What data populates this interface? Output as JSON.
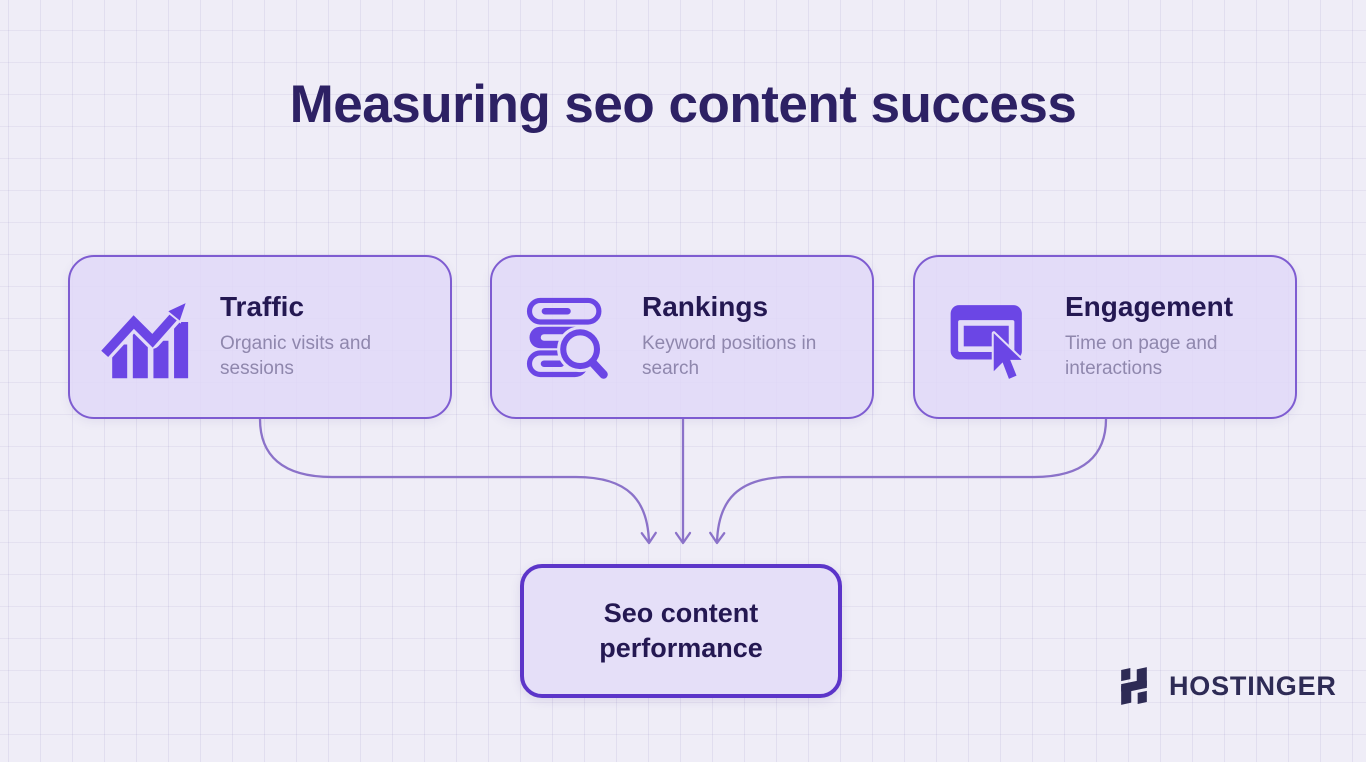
{
  "title": "Measuring seo content success",
  "cards": [
    {
      "title": "Traffic",
      "description": "Organic visits and sessions",
      "icon": "traffic-growth-chart-icon"
    },
    {
      "title": "Rankings",
      "description": "Keyword positions in search",
      "icon": "ranking-list-magnifier-icon"
    },
    {
      "title": "Engagement",
      "description": "Time on page and interactions",
      "icon": "browser-cursor-icon"
    }
  ],
  "result_box": {
    "label": "Seo content performance"
  },
  "brand": {
    "name": "HOSTINGER",
    "logo": "hostinger-h-icon"
  },
  "colors": {
    "background": "#efedf7",
    "card_fill": "#e0d8f8",
    "card_border": "#7e5cd1",
    "icon_purple": "#6b46e5",
    "heading_text": "#241852",
    "description_text": "#8f87ad",
    "title_text": "#2d2164",
    "connector": "#8b72c9",
    "result_border": "#5c35c9",
    "logo_color": "#2e2b55"
  }
}
